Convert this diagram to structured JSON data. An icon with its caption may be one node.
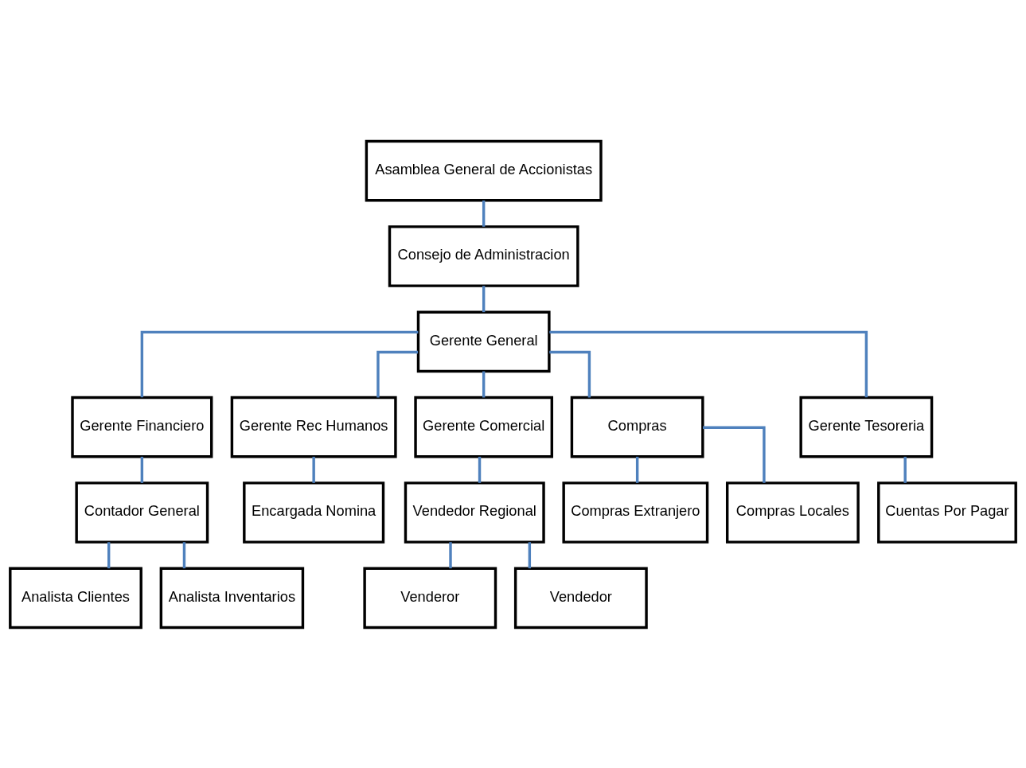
{
  "diagram": {
    "nodes": [
      {
        "text": [
          "Asamblea General de Accionistas"
        ]
      },
      {
        "text": [
          "Consejo de Administracion"
        ]
      },
      {
        "text": [
          "Gerente General"
        ]
      },
      {
        "text": [
          "Gerente Financiero"
        ]
      },
      {
        "text": [
          "Gerente Rec Humanos"
        ]
      },
      {
        "text": [
          "Gerente Comercial"
        ]
      },
      {
        "text": [
          "Compras"
        ]
      },
      {
        "text": [
          "Gerente Tesoreria"
        ]
      },
      {
        "text": [
          "Contador General"
        ]
      },
      {
        "text": [
          "Encargada Nomina"
        ]
      },
      {
        "text": [
          "Vendedor Regional"
        ]
      },
      {
        "text": [
          "Compras Extranjero"
        ]
      },
      {
        "text": [
          "Cuentas Por Pagar"
        ]
      },
      {
        "text": [
          "Analista Clientes"
        ]
      },
      {
        "text": [
          "Analista Inventarios"
        ]
      },
      {
        "text": [
          "Venderor"
        ]
      },
      {
        "text": [
          "Vendedor"
        ]
      },
      {
        "text": [
          "Compras Locales"
        ]
      }
    ],
    "edges": [
      {
        "from": 0,
        "to": 1,
        "arrow": "none"
      },
      {
        "from": 1,
        "to": 2,
        "arrow": "none"
      },
      {
        "from": 2,
        "to": 3,
        "arrow": "none"
      },
      {
        "from": 2,
        "to": 4,
        "arrow": "none"
      },
      {
        "from": 2,
        "to": 5,
        "arrow": "none"
      },
      {
        "from": 2,
        "to": 6,
        "arrow": "none"
      },
      {
        "from": 2,
        "to": 7,
        "arrow": "none"
      },
      {
        "from": 3,
        "to": 8,
        "arrow": "none"
      },
      {
        "from": 4,
        "to": 9,
        "arrow": "none"
      },
      {
        "from": 5,
        "to": 10,
        "arrow": "none"
      },
      {
        "from": 6,
        "to": 11,
        "arrow": "none"
      },
      {
        "from": 6,
        "to": 17,
        "arrow": "none"
      },
      {
        "from": 7,
        "to": 12,
        "arrow": "none"
      },
      {
        "from": 8,
        "to": 13,
        "arrow": "none"
      },
      {
        "from": 8,
        "to": 14,
        "arrow": "none"
      },
      {
        "from": 10,
        "to": 15,
        "arrow": "none"
      },
      {
        "from": 10,
        "to": 16,
        "arrow": "none"
      }
    ]
  }
}
